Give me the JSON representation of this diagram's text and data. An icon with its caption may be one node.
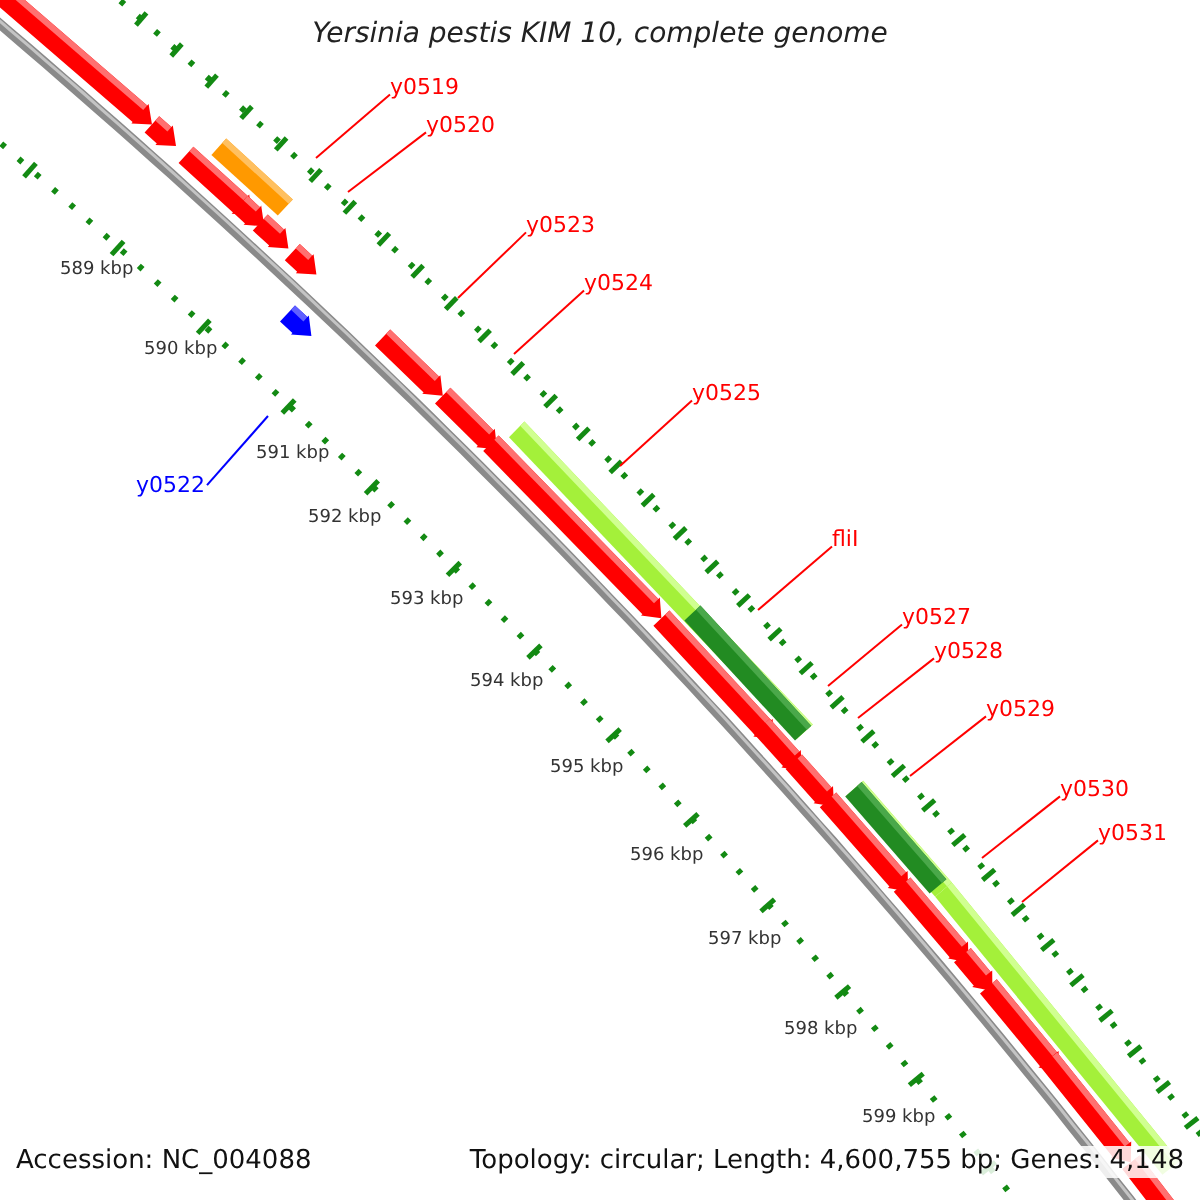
{
  "diagram": {
    "title": "Yersinia pestis KIM 10, complete genome",
    "nodes": [
      {
        "text": [
          "y0519"
        ]
      },
      {
        "text": [
          "y0520"
        ]
      },
      {
        "text": [
          "y0523"
        ]
      },
      {
        "text": [
          "y0524"
        ]
      },
      {
        "text": [
          "y0525"
        ]
      },
      {
        "text": [
          "y0522"
        ]
      },
      {
        "text": [
          "fliI"
        ]
      },
      {
        "text": [
          "y0527"
        ]
      },
      {
        "text": [
          "y0528"
        ]
      },
      {
        "text": [
          "y0529"
        ]
      },
      {
        "text": [
          "y0530"
        ]
      },
      {
        "text": [
          "y0531"
        ]
      }
    ],
    "edges": [
      {
        "from": 0,
        "to": null,
        "arrow": "none"
      },
      {
        "from": 1,
        "to": null,
        "arrow": "none"
      },
      {
        "from": 2,
        "to": null,
        "arrow": "none"
      },
      {
        "from": 3,
        "to": null,
        "arrow": "none"
      },
      {
        "from": 4,
        "to": null,
        "arrow": "none"
      },
      {
        "from": 5,
        "to": null,
        "arrow": "none",
        "color": "#0000ff"
      },
      {
        "from": 6,
        "to": null,
        "arrow": "none"
      },
      {
        "from": 7,
        "to": null,
        "arrow": "none"
      },
      {
        "from": 8,
        "to": null,
        "arrow": "none"
      },
      {
        "from": 9,
        "to": null,
        "arrow": "none"
      },
      {
        "from": 10,
        "to": null,
        "arrow": "none"
      },
      {
        "from": 11,
        "to": null,
        "arrow": "none"
      }
    ],
    "labels": [
      "589 kbp",
      "590 kbp",
      "591 kbp",
      "592 kbp",
      "593 kbp",
      "594 kbp",
      "595 kbp",
      "596 kbp",
      "597 kbp",
      "598 kbp",
      "599 kbp",
      "Accession: NC_004088",
      "Topology: circular; Length: 4,600,755 bp; Genes: 4,148"
    ]
  }
}
